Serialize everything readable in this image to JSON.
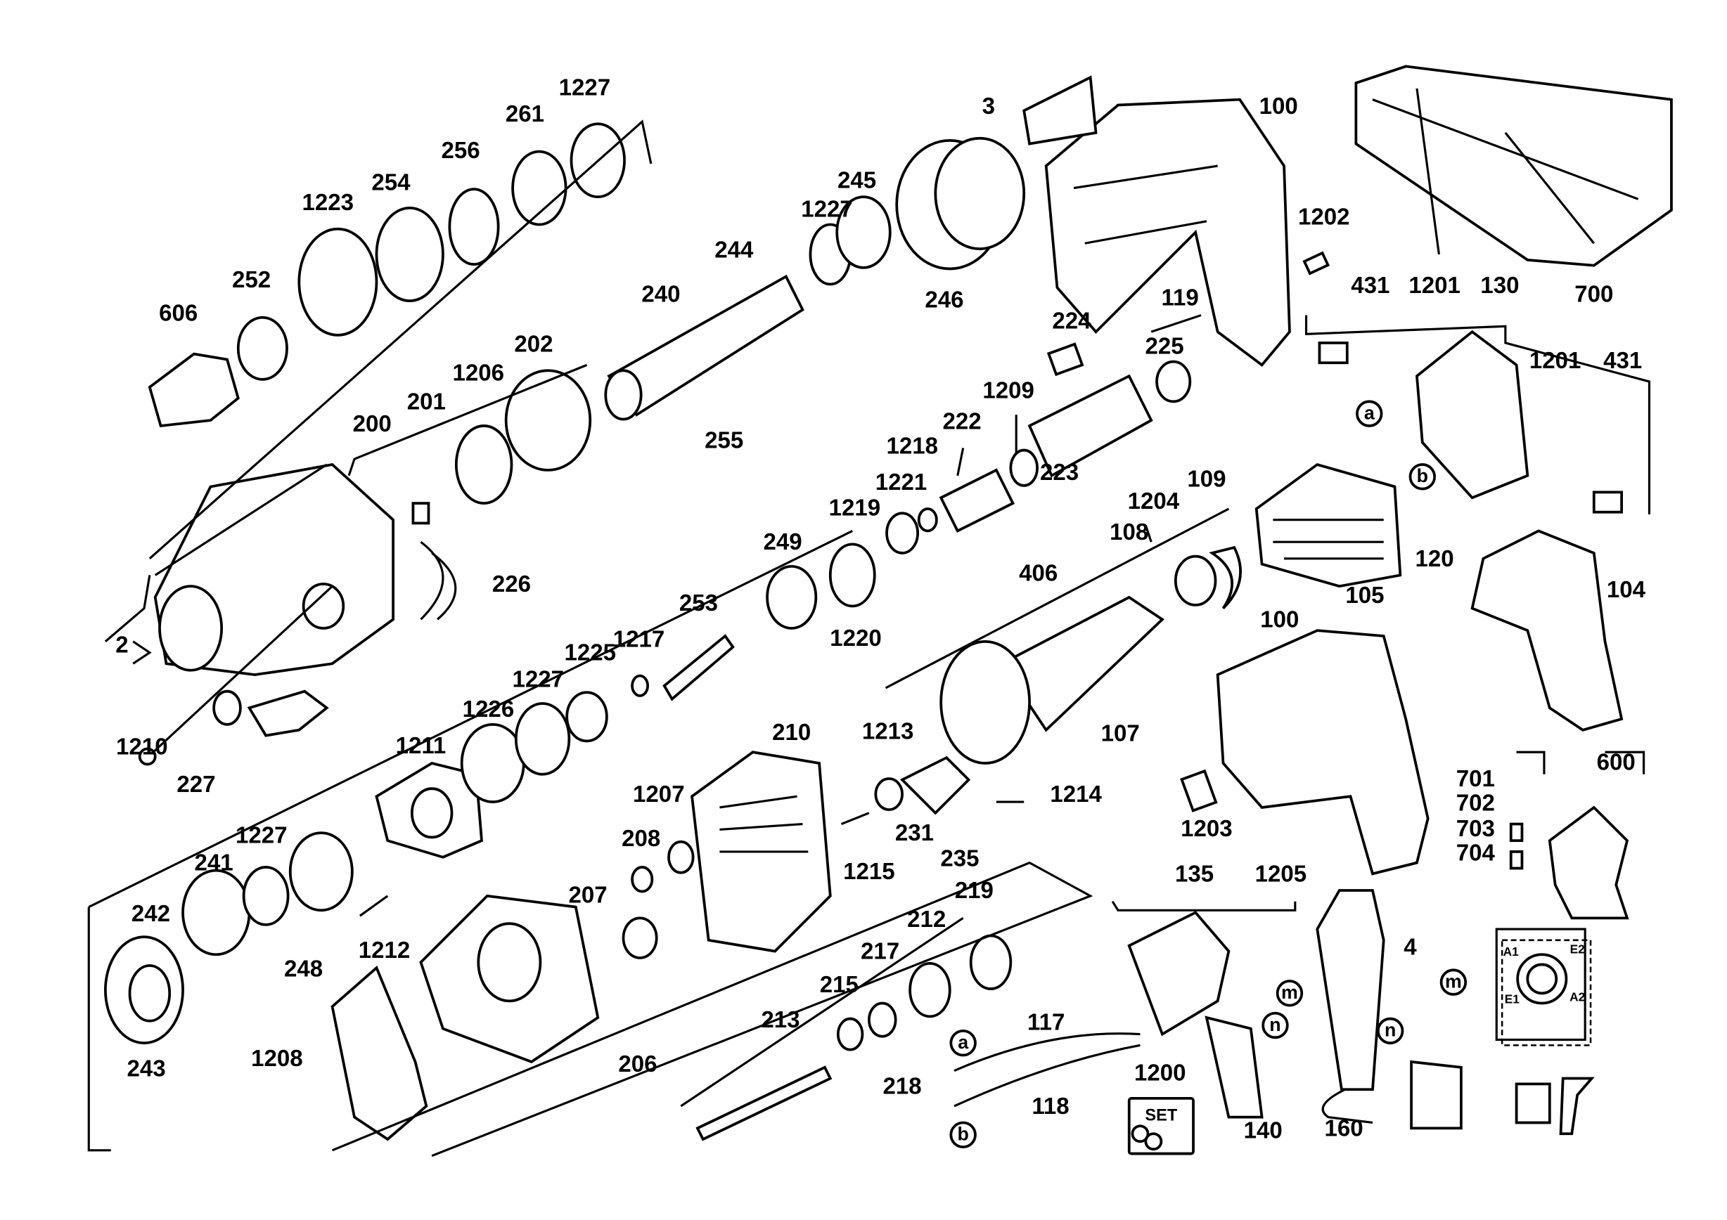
{
  "labels": [
    "3",
    "100",
    "1227",
    "261",
    "256",
    "254",
    "1223",
    "252",
    "606",
    "244",
    "1227",
    "245",
    "246",
    "240",
    "1202",
    "119",
    "224",
    "225",
    "700",
    "431",
    "1201",
    "130",
    "1201",
    "431",
    "202",
    "1206",
    "201",
    "200",
    "255",
    "1209",
    "222",
    "1218",
    "1221",
    "223",
    "1204",
    "109",
    "108",
    "1219",
    "249",
    "226",
    "253",
    "120",
    "104",
    "105",
    "406",
    "1225",
    "1217",
    "2",
    "100",
    "1220",
    "1227",
    "1226",
    "210",
    "1213",
    "107",
    "1210",
    "1211",
    "227",
    "1207",
    "1214",
    "701",
    "600",
    "702",
    "703",
    "704",
    "208",
    "231",
    "235",
    "1203",
    "1227",
    "241",
    "242",
    "1215",
    "219",
    "135",
    "1205",
    "212",
    "207",
    "1212",
    "248",
    "217",
    "4",
    "215",
    "213",
    "117",
    "243",
    "1208",
    "206",
    "1200",
    "218",
    "118",
    "140",
    "160"
  ],
  "connectors": [
    "a",
    "b",
    "a",
    "b",
    "m",
    "n",
    "m",
    "n"
  ],
  "wiring_labels": [
    "A1",
    "E2",
    "E1",
    "A2"
  ],
  "set_badge": "SET"
}
